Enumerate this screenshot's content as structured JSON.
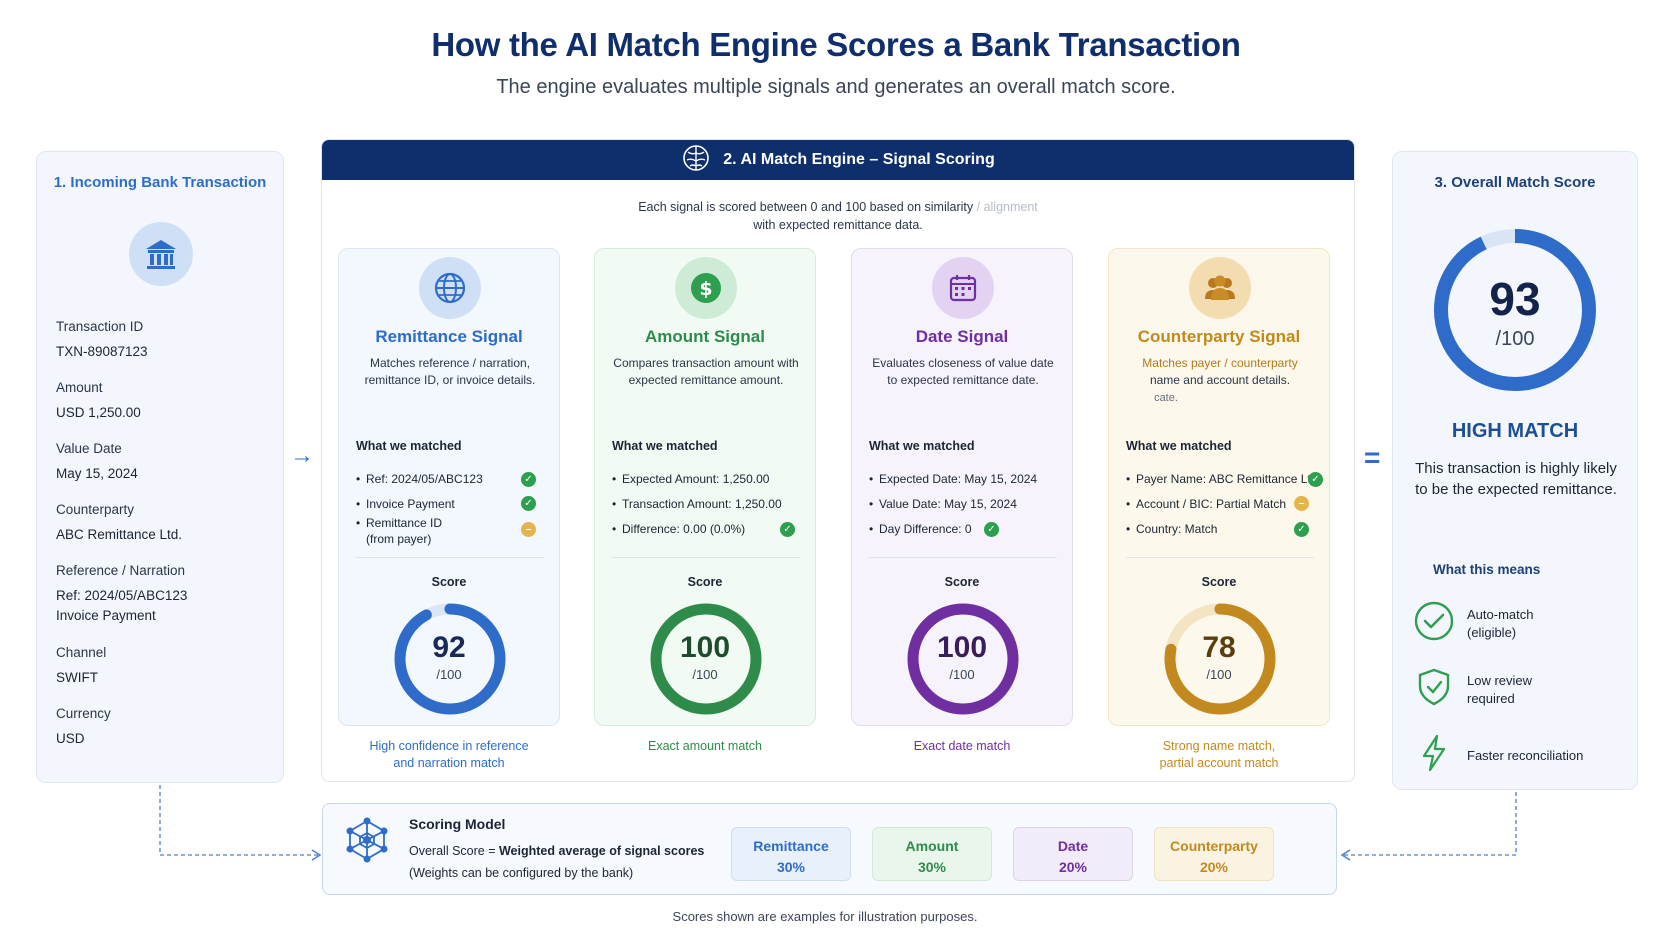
{
  "header": {
    "title": "How the AI Match Engine Scores a Bank Transaction",
    "subtitle": "The engine evaluates multiple signals and generates an overall match score."
  },
  "incoming": {
    "title": "1. Incoming Bank Transaction",
    "icon": "bank-icon",
    "fields": {
      "txn_id_label": "Transaction ID",
      "txn_id_value": "TXN-89087123",
      "amount_label": "Amount",
      "amount_value": "USD 1,250.00",
      "value_date_label": "Value Date",
      "value_date_value": "May 15, 2024",
      "counterparty_label": "Counterparty",
      "counterparty_value": "ABC Remittance Ltd.",
      "reference_label": "Reference / Narration",
      "reference_value_1": "Ref: 2024/05/ABC123",
      "reference_value_2": "Invoice Payment",
      "channel_label": "Channel",
      "channel_value": "SWIFT",
      "currency_label": "Currency",
      "currency_value": "USD"
    }
  },
  "operators": {
    "arrow": "→",
    "plus": "+",
    "equals": "="
  },
  "engine": {
    "title": "2. AI Match Engine – Signal Scoring",
    "desc_1": "Each signal is scored between 0 and 100 based on similarity",
    "desc_faint": "/ alignment",
    "desc_2": "with expected remittance data.",
    "matched_title": "What we matched",
    "score_label": "Score",
    "score_denominator": "/100",
    "cards": {
      "remittance": {
        "title": "Remittance Signal",
        "desc": "Matches reference / narration, remittance ID, or invoice details.",
        "items": [
          {
            "text": "Ref: 2024/05/ABC123",
            "status": "match"
          },
          {
            "text": "Invoice Payment",
            "status": "match"
          },
          {
            "text": "Remittance ID",
            "text2": "(from payer)",
            "status": "partial"
          }
        ],
        "score": 92,
        "footer_1": "High confidence in reference",
        "footer_2": "and narration match",
        "color": "#2f6cc9"
      },
      "amount": {
        "title": "Amount Signal",
        "desc": "Compares transaction amount with expected remittance amount.",
        "items": [
          {
            "text": "Expected Amount: 1,250.00",
            "status": "none"
          },
          {
            "text": "Transaction Amount: 1,250.00",
            "status": "none"
          },
          {
            "text": "Difference: 0.00 (0.0%)",
            "status": "match"
          }
        ],
        "score": 100,
        "footer_1": "Exact amount match",
        "footer_2": "",
        "color": "#2e8b4a"
      },
      "date": {
        "title": "Date Signal",
        "desc": "Evaluates closeness of value date to expected remittance date.",
        "items": [
          {
            "text": "Expected Date: May 15, 2024",
            "status": "none"
          },
          {
            "text": "Value Date: May 15, 2024",
            "status": "none"
          },
          {
            "text": "Day Difference: 0",
            "status": "match"
          }
        ],
        "score": 100,
        "footer_1": "Exact date match",
        "footer_2": "",
        "color": "#6f2fa0"
      },
      "counterparty": {
        "title": "Counterparty Signal",
        "desc_1": "Matches payer / counterparty",
        "desc_2": "name and account details.",
        "desc_3": "cate.",
        "items": [
          {
            "text": "Payer Name: ABC Remittance Ltd.",
            "status": "match"
          },
          {
            "text": "Account / BIC: Partial Match",
            "status": "partial"
          },
          {
            "text": "Country: Match",
            "status": "match"
          }
        ],
        "score": 78,
        "footer_1": "Strong name match,",
        "footer_2": "partial account match",
        "color": "#c2891e"
      }
    }
  },
  "overall": {
    "title": "3. Overall Match Score",
    "score": 93,
    "denominator": "/100",
    "verdict": "HIGH MATCH",
    "desc": "This transaction is highly likely to be the expected remittance.",
    "means_title": "What this means",
    "means": {
      "auto": "Auto-match\n(eligible)",
      "auto_1": "Auto-match",
      "auto_2": "(eligible)",
      "review_1": "Low review",
      "review_2": "required",
      "faster": "Faster reconciliation"
    }
  },
  "model": {
    "title": "Scoring Model",
    "formula_prefix": "Overall Score = ",
    "formula_bold": "Weighted average of signal scores",
    "note": "(Weights can be configured by the bank)",
    "weights": [
      {
        "name": "Remittance",
        "pct": "30%"
      },
      {
        "name": "Amount",
        "pct": "30%"
      },
      {
        "name": "Date",
        "pct": "20%"
      },
      {
        "name": "Counterparty",
        "pct": "20%"
      }
    ]
  },
  "footnote": "Scores shown are examples for illustration purposes."
}
